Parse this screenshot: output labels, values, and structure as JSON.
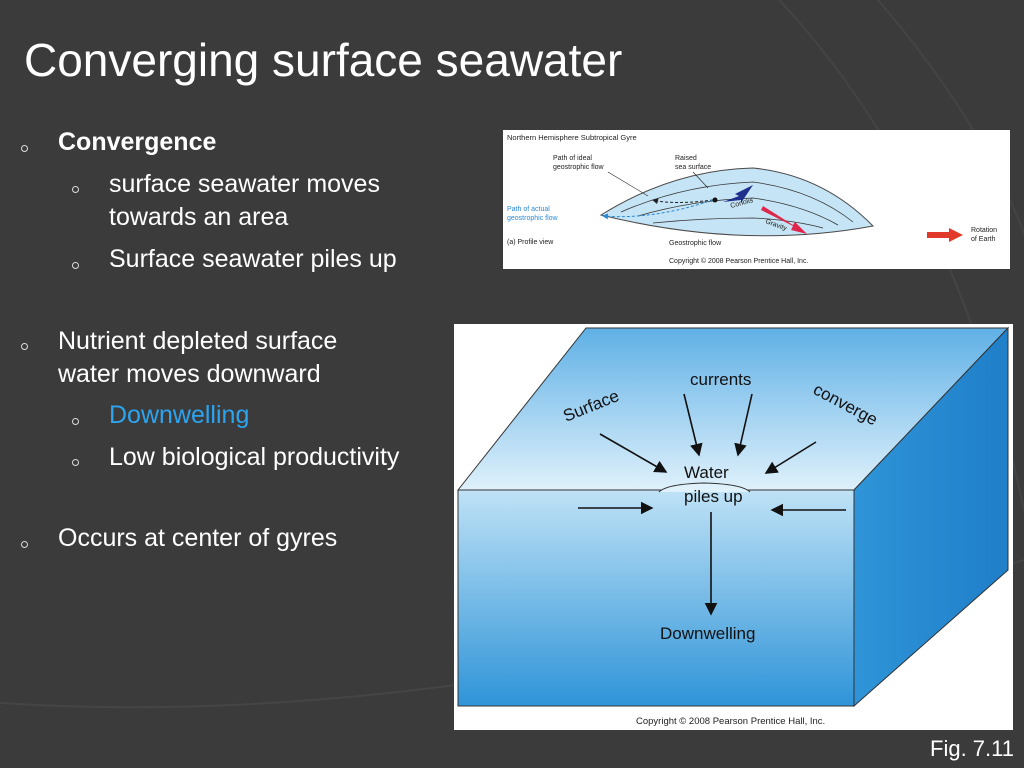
{
  "slide": {
    "title": "Converging surface seawater",
    "bullets": [
      {
        "level": 1,
        "text": "Convergence",
        "bold": true
      },
      {
        "level": 2,
        "text": "surface seawater moves towards an area"
      },
      {
        "level": 2,
        "text": "Surface seawater piles up"
      },
      {
        "level": 1,
        "text": "Nutrient depleted surface water moves downward"
      },
      {
        "level": 2,
        "text": "Downwelling",
        "accent": true
      },
      {
        "level": 2,
        "text": "Low biological productivity"
      },
      {
        "level": 1,
        "text": "Occurs at center of gyres"
      }
    ],
    "figure_label": "Fig. 7.11",
    "accent_color": "#2da4f0"
  },
  "figure_top": {
    "title": "Northern Hemisphere Subtropical Gyre",
    "labels": {
      "ideal_flow": [
        "Path of ideal",
        "geostrophic flow"
      ],
      "raised": [
        "Raised",
        "sea surface"
      ],
      "actual_flow": [
        "Path of actual",
        "geostrophic flow"
      ],
      "coriolis": "Coriolis",
      "gravity": "Gravity",
      "geostrophic": "Geostrophic flow",
      "profile": "(a) Profile view",
      "rotation": [
        "Rotation",
        "of Earth"
      ],
      "copyright": "Copyright © 2008 Pearson Prentice Hall, Inc."
    }
  },
  "figure_bottom": {
    "labels": {
      "surface": "Surface",
      "currents": "currents",
      "converge": "converge",
      "water": "Water",
      "piles_up": "piles up",
      "downwelling": "Downwelling",
      "copyright": "Copyright © 2008 Pearson Prentice Hall, Inc."
    }
  }
}
